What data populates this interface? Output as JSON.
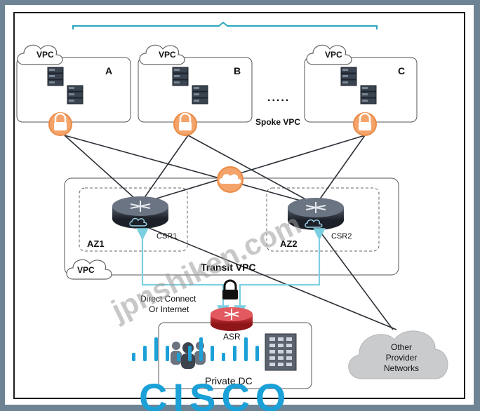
{
  "vpcs": [
    {
      "cloud_label": "VPC",
      "letter": "A"
    },
    {
      "cloud_label": "VPC",
      "letter": "B"
    },
    {
      "cloud_label": "VPC",
      "letter": "C"
    }
  ],
  "ellipsis": ".....",
  "spoke_label": "Spoke VPC",
  "transit": {
    "label": "Transit VPC",
    "cloud_label": "VPC",
    "az1": "AZ1",
    "az2": "AZ2",
    "csr1": "CSR1",
    "csr2": "CSR2"
  },
  "link_label_line1": "Direct Connect",
  "link_label_line2": "Or Internet",
  "asr_label": "ASR",
  "private_dc_label": "Private DC",
  "other_line1": "Other",
  "other_line2": "Provider",
  "other_line3": "Networks",
  "watermark": "jpnshiken.com",
  "logo_text": "CISCO",
  "colors": {
    "accent_teal": "#2aa7bd",
    "lock_orange": "#f4a46a",
    "asr_red": "#c0272d",
    "cisco_blue": "#1ba0d7"
  }
}
